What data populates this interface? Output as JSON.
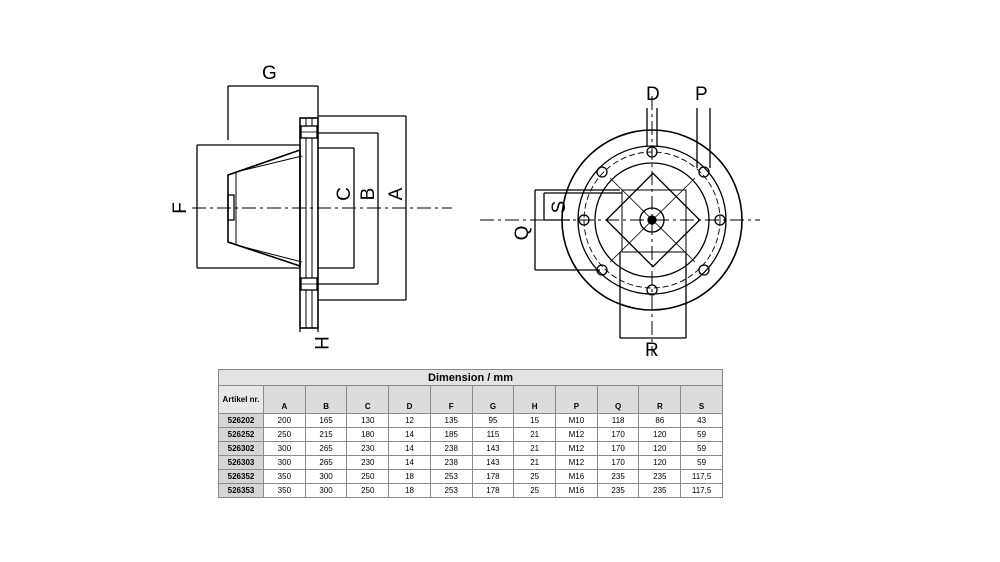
{
  "drawing": {
    "side_view_labels": {
      "G": "G",
      "F": "F",
      "C": "C",
      "B": "B",
      "A": "A",
      "H": "H"
    },
    "front_view_labels": {
      "D": "D",
      "P": "P",
      "S": "S",
      "Q": "Q",
      "R": "R"
    }
  },
  "table": {
    "title": "Dimension / mm",
    "row_header": "Artikel nr.",
    "columns": [
      "A",
      "B",
      "C",
      "D",
      "F",
      "G",
      "H",
      "P",
      "Q",
      "R",
      "S"
    ],
    "rows": [
      {
        "artikel": "526202",
        "values": [
          "200",
          "165",
          "130",
          "12",
          "135",
          "95",
          "15",
          "M10",
          "118",
          "86",
          "43"
        ]
      },
      {
        "artikel": "526252",
        "values": [
          "250",
          "215",
          "180",
          "14",
          "185",
          "115",
          "21",
          "M12",
          "170",
          "120",
          "59"
        ]
      },
      {
        "artikel": "526302",
        "values": [
          "300",
          "265",
          "230",
          "14",
          "238",
          "143",
          "21",
          "M12",
          "170",
          "120",
          "59"
        ]
      },
      {
        "artikel": "526303",
        "values": [
          "300",
          "265",
          "230",
          "14",
          "238",
          "143",
          "21",
          "M12",
          "170",
          "120",
          "59"
        ]
      },
      {
        "artikel": "526352",
        "values": [
          "350",
          "300",
          "250",
          "18",
          "253",
          "178",
          "25",
          "M16",
          "235",
          "235",
          "117,5"
        ]
      },
      {
        "artikel": "526353",
        "values": [
          "350",
          "300",
          "250",
          "18",
          "253",
          "178",
          "25",
          "M16",
          "235",
          "235",
          "117,5"
        ]
      }
    ]
  }
}
